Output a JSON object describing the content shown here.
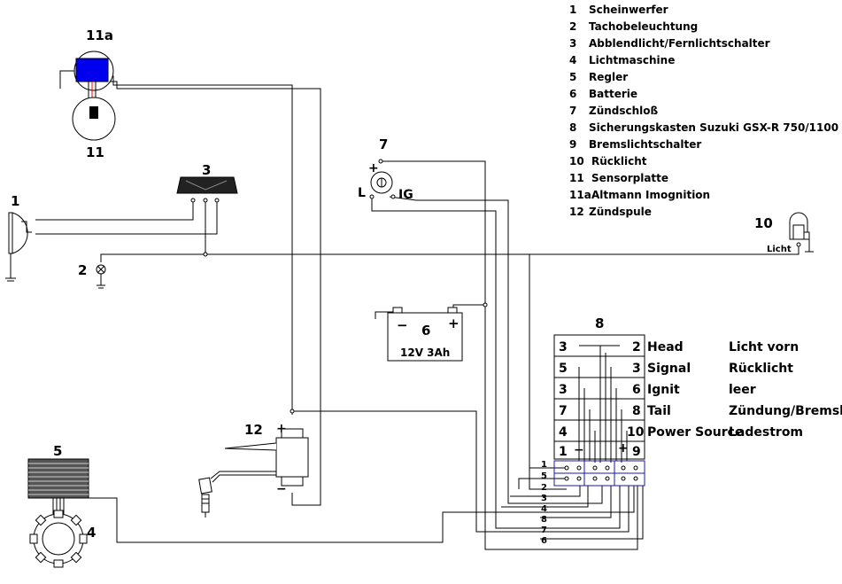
{
  "legend": [
    {
      "num": "1",
      "text": "Scheinwerfer"
    },
    {
      "num": "2",
      "text": "Tachobeleuchtung"
    },
    {
      "num": "3",
      "text": "Abblendlicht/Fernlichtschalter"
    },
    {
      "num": "4",
      "text": "Lichtmaschine"
    },
    {
      "num": "5",
      "text": "Regler"
    },
    {
      "num": "6",
      "text": "Batterie"
    },
    {
      "num": "7",
      "text": "Zündschloß"
    },
    {
      "num": "8",
      "text": "Sicherungskasten Suzuki GSX-R 750/1100"
    },
    {
      "num": "9",
      "text": "Bremslichtschalter"
    },
    {
      "num": "10",
      "text": "Rücklicht"
    },
    {
      "num": "11",
      "text": "Sensorplatte"
    },
    {
      "num": "11a",
      "text": "Altmann Imognition"
    },
    {
      "num": "12",
      "text": "Zündspule"
    }
  ],
  "components": {
    "c11a": "11a",
    "c11": "11",
    "c3": "3",
    "c1": "1",
    "c2": "2",
    "c7": "7",
    "c6": "6",
    "c5": "5",
    "c4": "4",
    "c12": "12",
    "c10": "10",
    "c8": "8"
  },
  "ignition": {
    "plus": "+",
    "l": "L",
    "ig": "IG"
  },
  "battery": {
    "minus": "−",
    "plus": "+",
    "rating": "12V 3Ah"
  },
  "coil": {
    "plus": "+",
    "minus": "−"
  },
  "tail_light_label": "Licht",
  "fuse_box": {
    "rows": [
      {
        "left": "3",
        "right": "2",
        "name": "Head",
        "use": "Licht vorn"
      },
      {
        "left": "5",
        "right": "3",
        "name": "Signal",
        "use": "Rücklicht"
      },
      {
        "left": "3",
        "right": "6",
        "name": "Ignit",
        "use": "leer"
      },
      {
        "left": "7",
        "right": "8",
        "name": "Tail",
        "use": "Zündung/Bremslicht"
      },
      {
        "left": "4",
        "right": "10",
        "name": "Power Source",
        "use": "Ladestrom"
      },
      {
        "left": "1",
        "right": "9",
        "name": "",
        "use": ""
      }
    ],
    "minus": "−",
    "plus": "+",
    "connector_pins": [
      "1",
      "5",
      "2",
      "3",
      "4",
      "8",
      "7",
      "6"
    ]
  }
}
